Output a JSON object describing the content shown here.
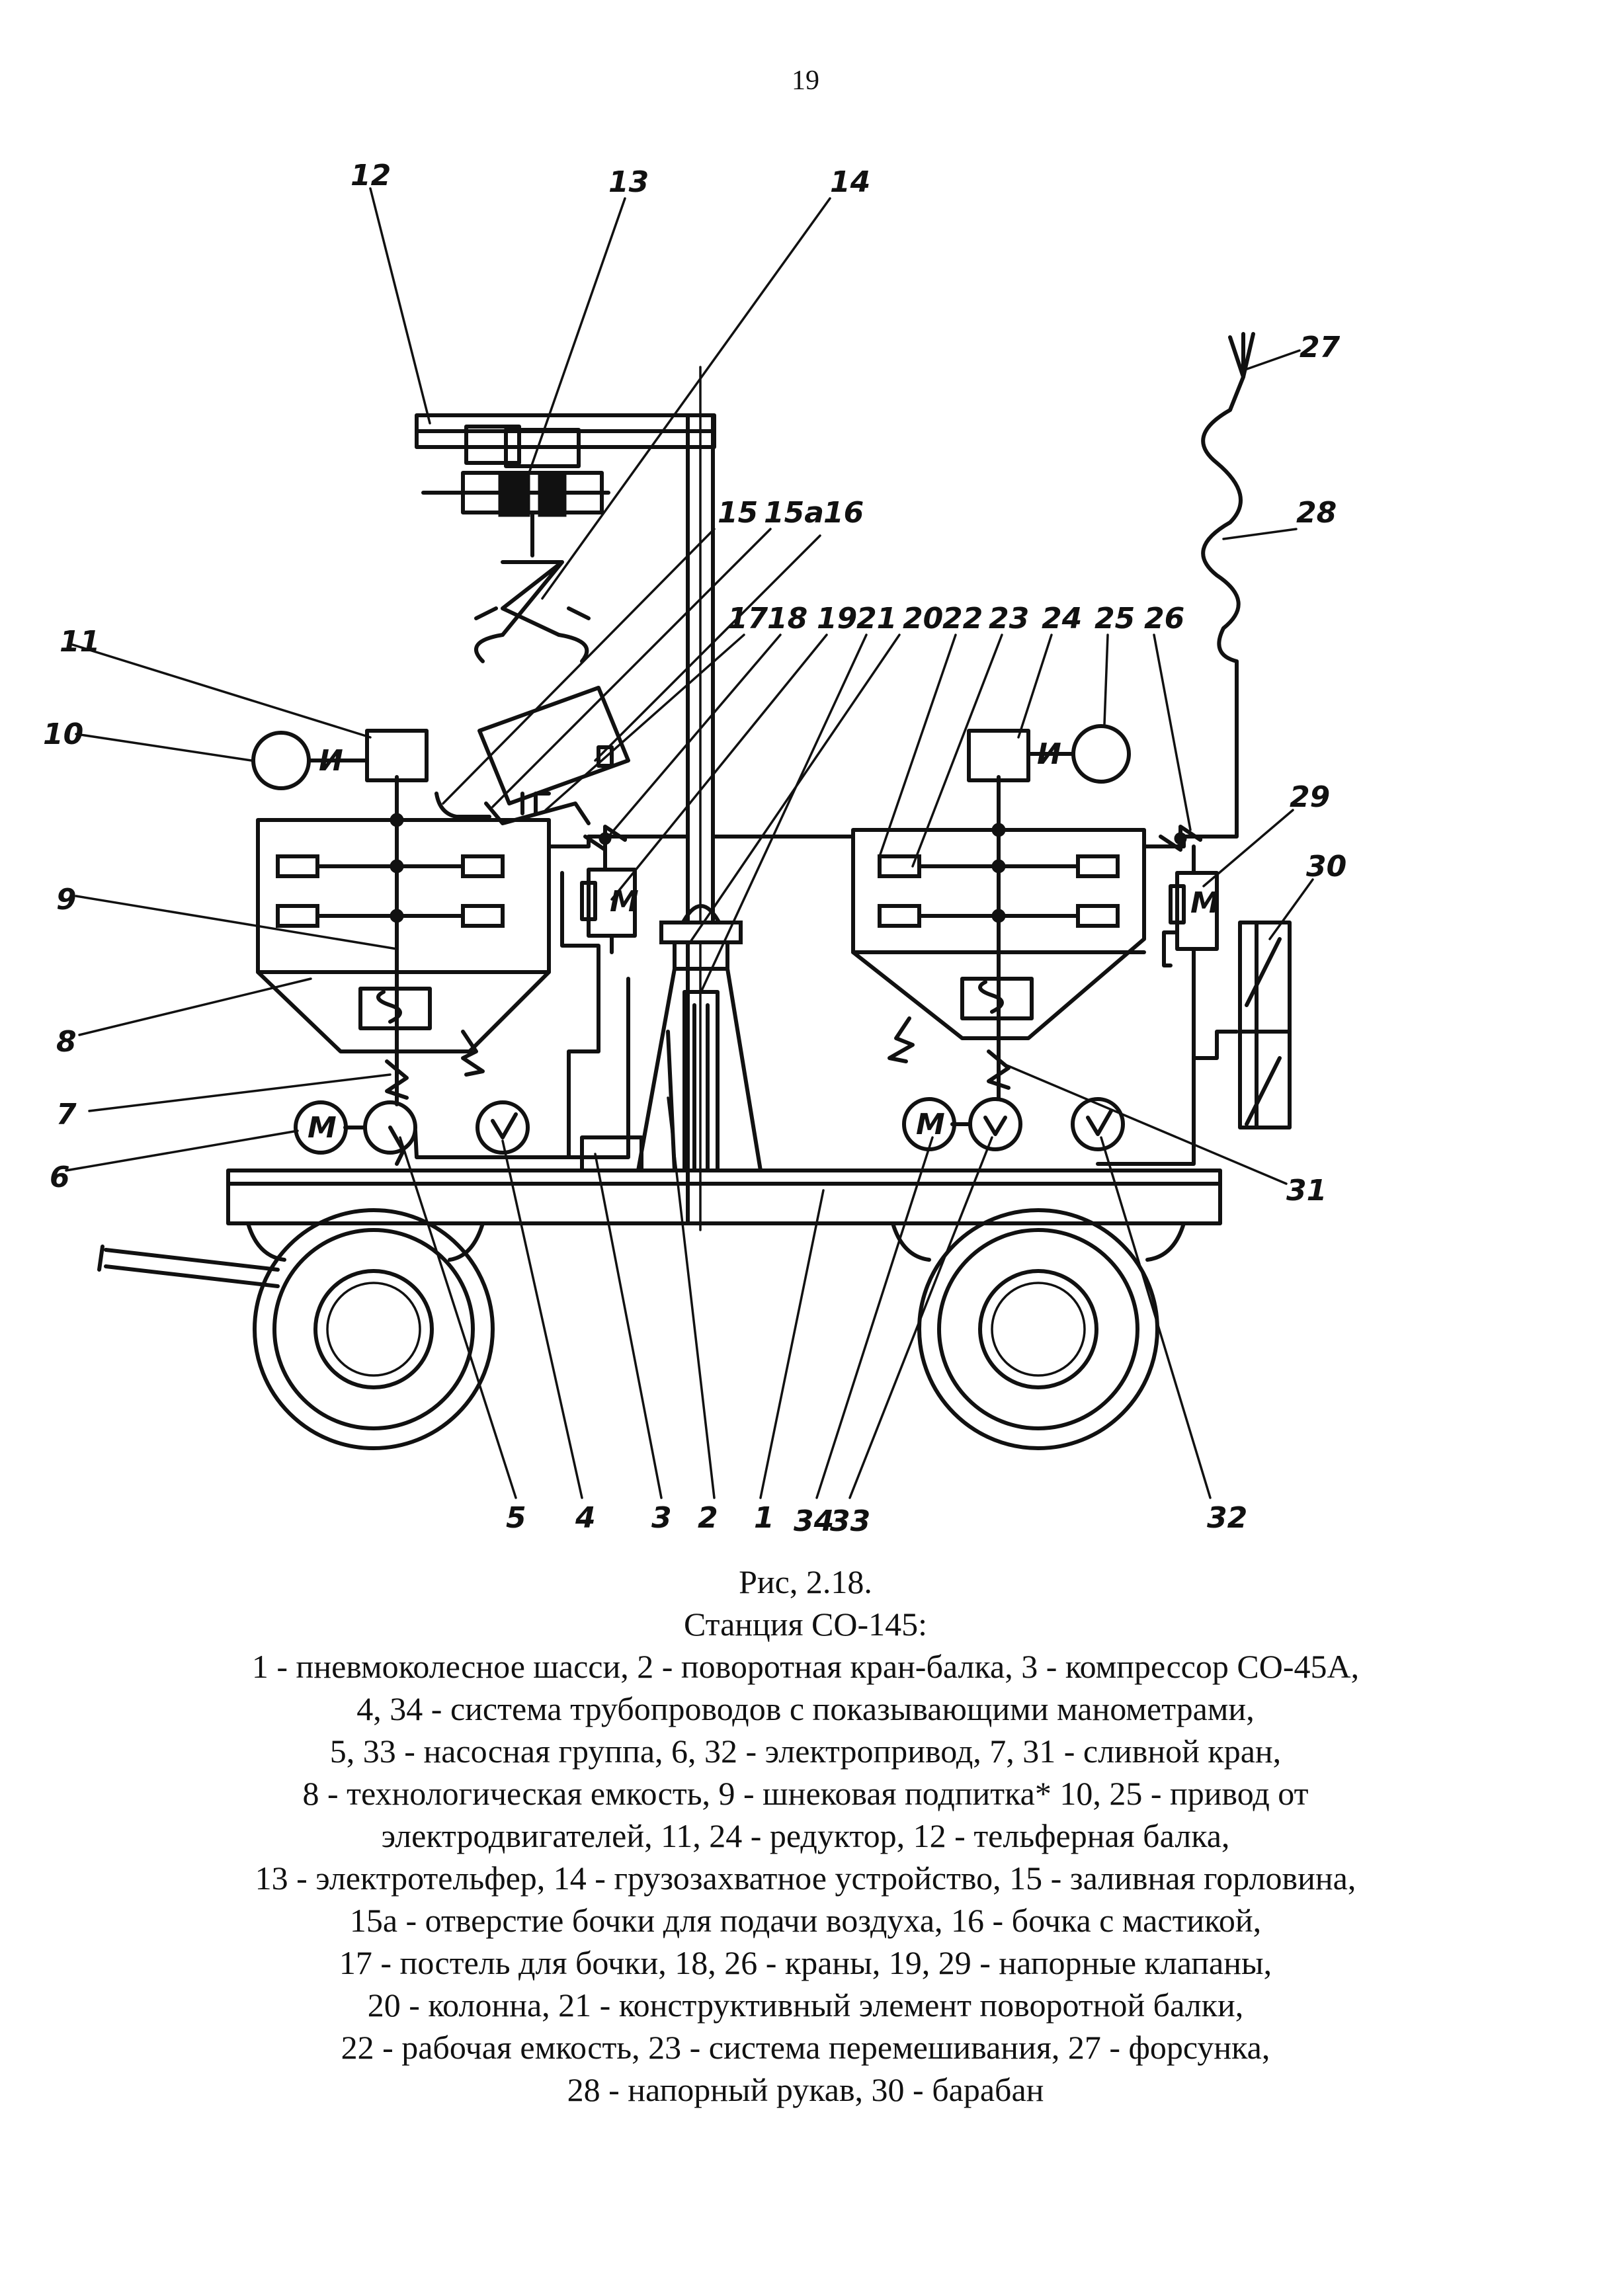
{
  "page": {
    "number": "19"
  },
  "figure": {
    "callouts": {
      "c1": "1",
      "c2": "2",
      "c3": "3",
      "c4": "4",
      "c5": "5",
      "c6": "6",
      "c7": "7",
      "c8": "8",
      "c9": "9",
      "c10": "10",
      "c11": "11",
      "c12": "12",
      "c13": "13",
      "c14": "14",
      "c15": "15",
      "c15a": "15а",
      "c16": "16",
      "c17": "17",
      "c18": "18",
      "c19": "19",
      "c20": "20",
      "c21": "21",
      "c22": "22",
      "c23": "23",
      "c24": "24",
      "c25": "25",
      "c26": "26",
      "c27": "27",
      "c28": "28",
      "c29": "29",
      "c30": "30",
      "c31": "31",
      "c32": "32",
      "c33": "33",
      "c34": "34"
    },
    "symbols": {
      "motor": "М",
      "drive": "И"
    }
  },
  "caption": {
    "label": "Рис, 2.18.",
    "title": "Станция СО-145:",
    "lines": [
      "1 - пневмоколесное шасси, 2 - поворотная кран-балка, 3 - компрессор СО-45А,",
      "4, 34 - система трубопроводов с показывающими манометрами,",
      "5, 33 - насосная группа, 6, 32 - электропривод, 7, 31 - сливной кран,",
      "8 - технологическая емкость, 9 - шнековая подпитка* 10, 25 - привод от",
      "электродвигателей, 11, 24 - редуктор, 12 - тельферная балка,",
      "13 - электротельфер, 14 - грузозахватное устройство, 15 - заливная горловина,",
      "15а - отверстие бочки для подачи воздуха, 16 - бочка с мастикой,",
      "17 - постель для бочки, 18, 26 - краны, 19, 29 - напорные клапаны,",
      "20 - колонна, 21 - конструктивный элемент поворотной балки,",
      "22 - рабочая емкость, 23 - система перемешивания, 27 - форсунка,",
      "28 - напорный рукав, 30 - барабан"
    ]
  }
}
